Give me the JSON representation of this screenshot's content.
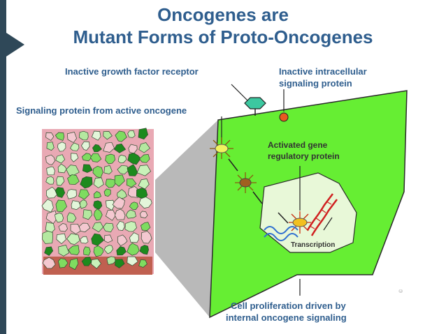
{
  "title": {
    "line1": "Oncogenes are",
    "line2": "Mutant Forms of Proto-Oncogenes"
  },
  "labels": {
    "inactive_receptor": "Inactive growth factor receptor",
    "inactive_intracellular_line1": "Inactive intracellular",
    "inactive_intracellular_line2": "signaling protein",
    "signaling_oncogene": "Signaling protein from active oncogene",
    "activated_gene_line1": "Activated gene",
    "activated_gene_line2": "regulatory protein",
    "transcription": "Transcription",
    "proliferation_line1": "Cell proliferation driven by",
    "proliferation_line2": "internal oncogene signaling"
  },
  "colors": {
    "title_blue": "#2f5e8e",
    "cell_green": "#66ee33",
    "nucleus_fill": "#e8f8d8",
    "sidebar_dark": "#2f4858"
  }
}
